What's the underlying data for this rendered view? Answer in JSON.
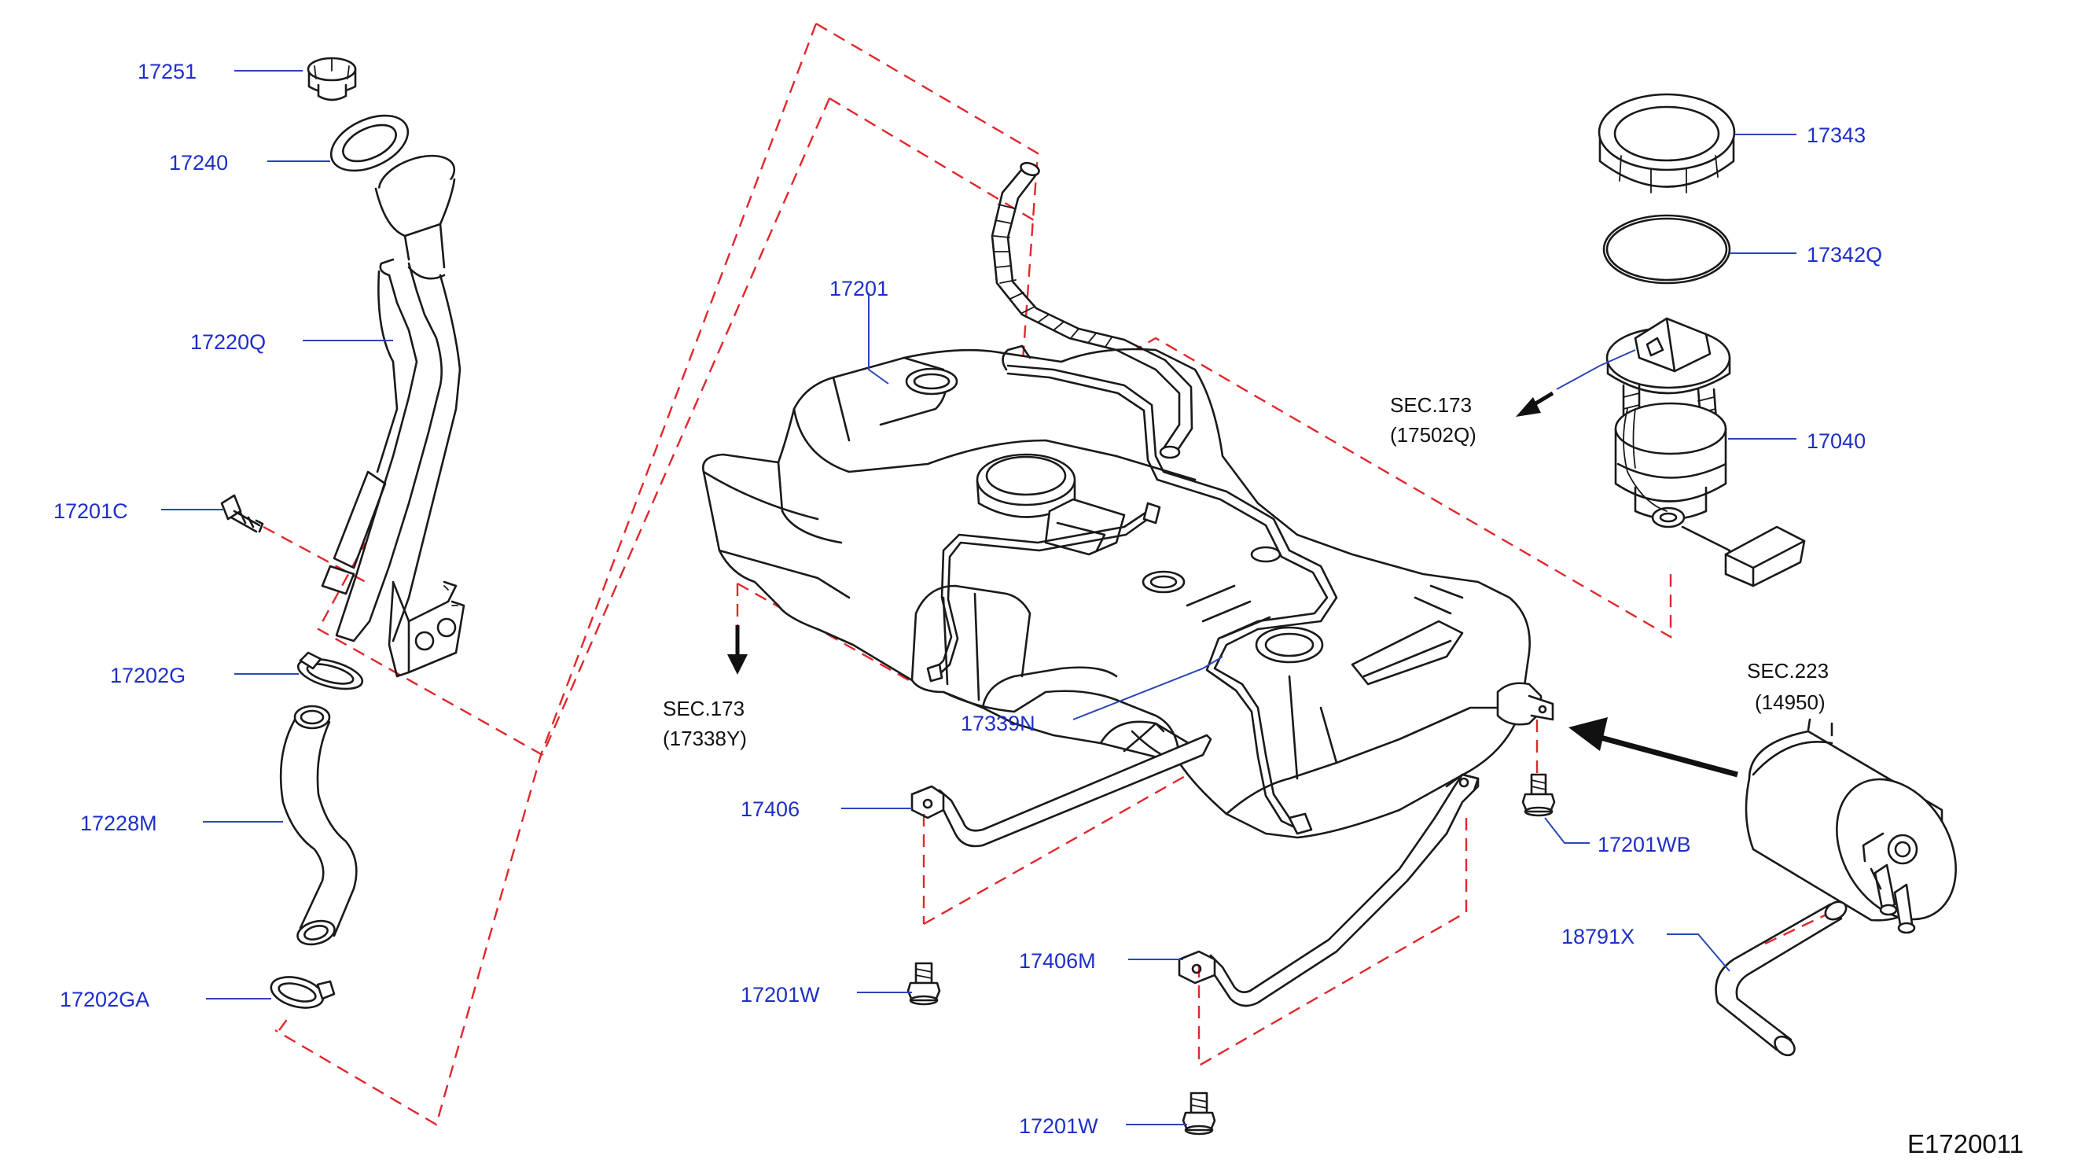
{
  "diagram": {
    "id_code": "E1720011"
  },
  "parts": [
    {
      "key": "p17251",
      "number": "17251"
    },
    {
      "key": "p17240",
      "number": "17240"
    },
    {
      "key": "p17220Q",
      "number": "17220Q"
    },
    {
      "key": "p17201C",
      "number": "17201C"
    },
    {
      "key": "p17202G",
      "number": "17202G"
    },
    {
      "key": "p17228M",
      "number": "17228M"
    },
    {
      "key": "p17202GA",
      "number": "17202GA"
    },
    {
      "key": "p17201",
      "number": "17201"
    },
    {
      "key": "p17339N",
      "number": "17339N"
    },
    {
      "key": "p17406",
      "number": "17406"
    },
    {
      "key": "p17201W_a",
      "number": "17201W"
    },
    {
      "key": "p17406M",
      "number": "17406M"
    },
    {
      "key": "p17201W_b",
      "number": "17201W"
    },
    {
      "key": "p17343",
      "number": "17343"
    },
    {
      "key": "p17342Q",
      "number": "17342Q"
    },
    {
      "key": "p17040",
      "number": "17040"
    },
    {
      "key": "p17201WB",
      "number": "17201WB"
    },
    {
      "key": "p18791X",
      "number": "18791X"
    }
  ],
  "section_refs": [
    {
      "key": "sec_17502Q",
      "section": "SEC.173",
      "code": "(17502Q)"
    },
    {
      "key": "sec_17338Y",
      "section": "SEC.173",
      "code": "(17338Y)"
    },
    {
      "key": "sec_14950",
      "section": "SEC.223",
      "code": "(14950)"
    }
  ],
  "colors": {
    "part_label": "#1e2fc8",
    "leader": "#2a46b8",
    "phantom_line": "#e0282d",
    "outline": "#1a1a1a"
  }
}
